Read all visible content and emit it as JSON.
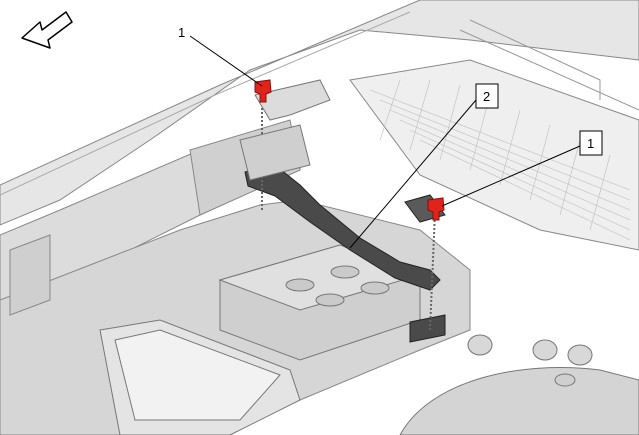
{
  "callouts": [
    {
      "id": "fastener-left",
      "label": "1"
    },
    {
      "id": "brace",
      "label": "2"
    },
    {
      "id": "fastener-right",
      "label": "1"
    }
  ],
  "colors": {
    "fastener": "#e0231c",
    "brace": "#4a4a4a",
    "body_panel": "#d9d9d9",
    "outline": "#7a7a7a"
  },
  "icons": {
    "direction_arrow": "front-direction-arrow-icon"
  }
}
